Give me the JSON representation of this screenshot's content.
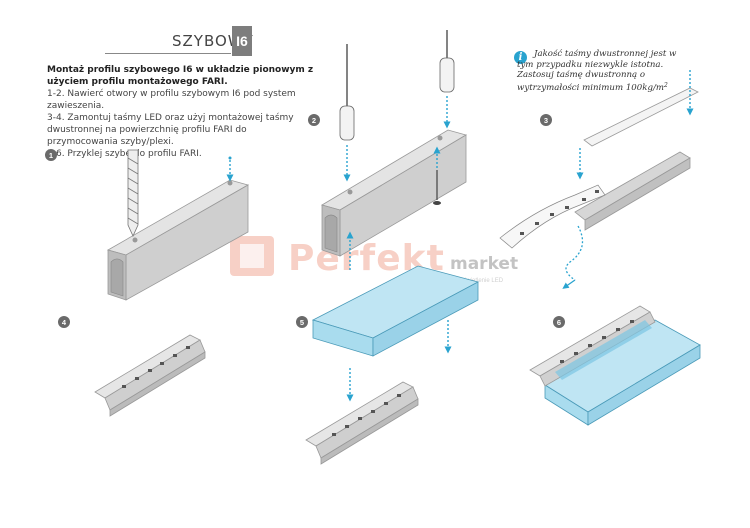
{
  "header": {
    "title": "SZYBOWY",
    "badge": "I6"
  },
  "intro": {
    "lead": "Montaż profilu szybowego I6 w układzie pionowym z użyciem profilu montażowego FARI.",
    "steps": [
      "1-2. Nawierć otwory w profilu szybowym I6 pod system zawieszenia.",
      "3-4. Zamontuj taśmy LED oraz użyj montażowej taśmy dwustronnej na powierzchnię profilu FARI do przymocowania szyby/plexi.",
      "5-6. Przyklej szybę do profilu FARI."
    ]
  },
  "note": {
    "icon": "info-icon",
    "text": "Jakość taśmy dwustronnej jest w tym przypadku niezwykle istotna. Zastosuj taśmę dwustronną o wytrzymałości minimum 100kg/m",
    "superscript": "2"
  },
  "steps": [
    {
      "number": "1"
    },
    {
      "number": "2"
    },
    {
      "number": "3"
    },
    {
      "number": "4"
    },
    {
      "number": "5"
    },
    {
      "number": "6"
    }
  ],
  "watermark": {
    "brand": "Perfekt",
    "market": "market",
    "sub": "oświetlenie LED"
  },
  "colors": {
    "accent": "#29a3cf",
    "glass": "#a9dcee",
    "profile": "#d8d8d8",
    "profile_dark": "#b9b9b9",
    "step_badge": "#6a6a6a",
    "watermark": "#e97b5f"
  }
}
